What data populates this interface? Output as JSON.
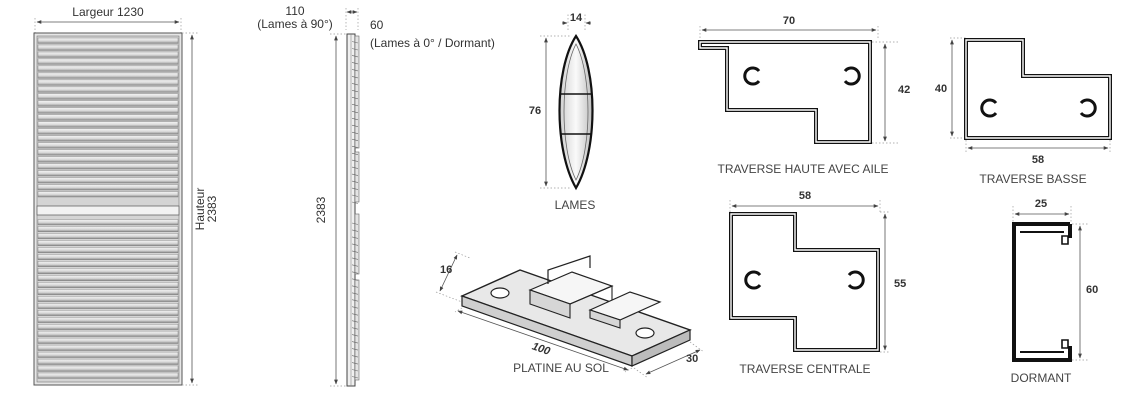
{
  "shutter": {
    "width_label": "Largeur 1230",
    "height_label": "Hauteur",
    "height_value": "2383",
    "louvre_count": 49
  },
  "side_view": {
    "dim_110": "110",
    "dim_110_note": "(Lames à 90°)",
    "dim_60": "60",
    "dim_60_note": "(Lames à 0° / Dormant)",
    "dim_2383": "2383"
  },
  "lames": {
    "caption": "LAMES",
    "width": "14",
    "height": "76"
  },
  "traverse_haute": {
    "caption": "TRAVERSE HAUTE AVEC AILE",
    "width": "70",
    "height": "42"
  },
  "traverse_basse": {
    "caption": "TRAVERSE BASSE",
    "width": "58",
    "height": "40"
  },
  "traverse_centrale": {
    "caption": "TRAVERSE CENTRALE",
    "width": "58",
    "height": "55"
  },
  "dormant": {
    "caption": "DORMANT",
    "width": "25",
    "height": "60"
  },
  "platine": {
    "caption": "PLATINE AU SOL",
    "length": "100",
    "height": "16",
    "depth": "30"
  }
}
